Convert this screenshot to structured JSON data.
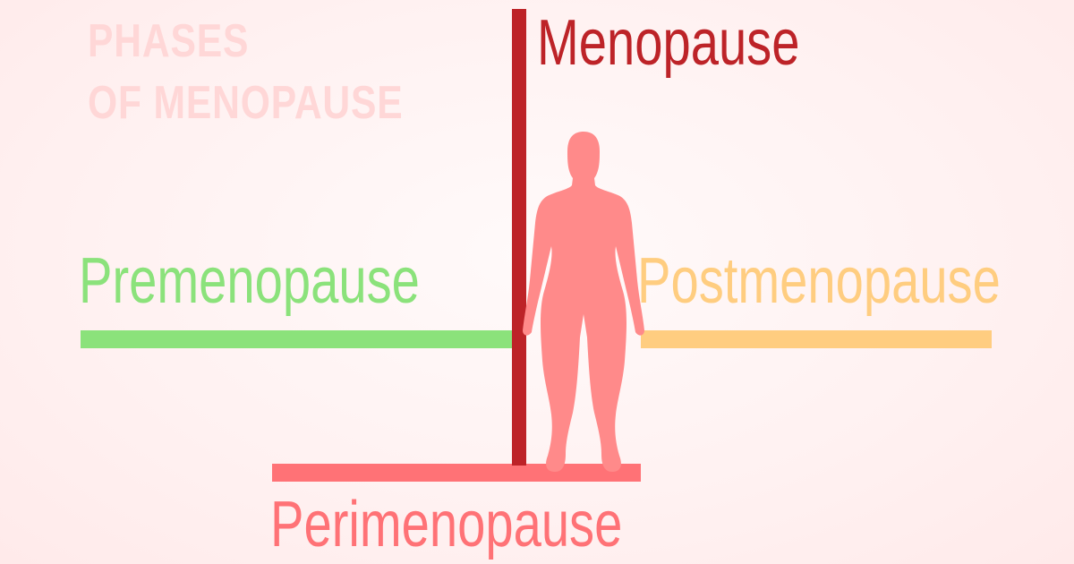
{
  "title": {
    "line1": "PHASES",
    "line2": "OF MENOPAUSE"
  },
  "phases": {
    "menopause": "Menopause",
    "premenopause": "Premenopause",
    "postmenopause": "Postmenopause",
    "perimenopause": "Perimenopause"
  },
  "colors": {
    "menopause": "#bd2328",
    "premenopause": "#8be27b",
    "postmenopause": "#ffcd80",
    "perimenopause": "#ff7276",
    "figure": "#ff8a8a",
    "title": "#ffd7d7"
  },
  "icons": {
    "figure": "female-silhouette-icon"
  }
}
